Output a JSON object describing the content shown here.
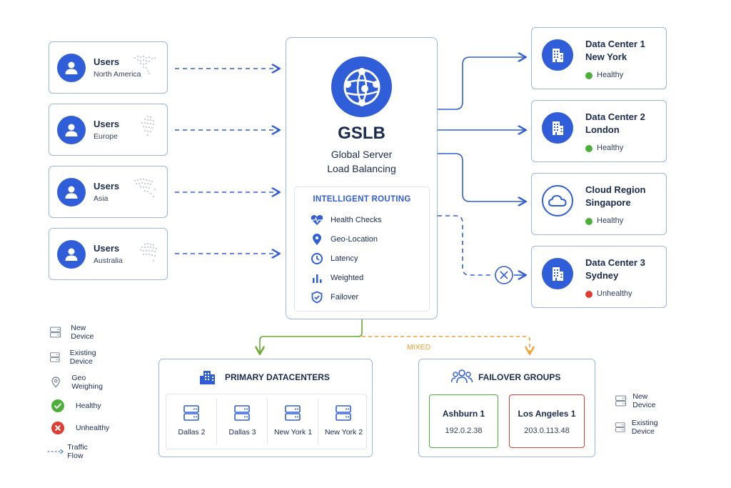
{
  "users": [
    {
      "title": "Users",
      "region": "North America"
    },
    {
      "title": "Users",
      "region": "Europe"
    },
    {
      "title": "Users",
      "region": "Asia"
    },
    {
      "title": "Users",
      "region": "Australia"
    }
  ],
  "gslb": {
    "title": "GSLB",
    "subtitle_line1": "Global Server",
    "subtitle_line2": "Load Balancing",
    "routing_title": "INTELLIGENT ROUTING",
    "routing_items": [
      "Health Checks",
      "Geo-Location",
      "Latency",
      "Weighted",
      "Failover"
    ]
  },
  "datacenters": [
    {
      "line1": "Data Center 1",
      "line2": "New York",
      "status": "Healthy"
    },
    {
      "line1": "Data Center 2",
      "line2": "London",
      "status": "Healthy"
    },
    {
      "line1": "Cloud Region",
      "line2": "Singapore",
      "status": "Healthy"
    },
    {
      "line1": "Data Center 3",
      "line2": "Sydney",
      "status": "Unhealthy"
    }
  ],
  "mixed_label": "MIXED",
  "primary": {
    "title": "PRIMARY DATACENTERS",
    "servers": [
      "Dallas 2",
      "Dallas 3",
      "New York 1",
      "New York 2"
    ]
  },
  "failover": {
    "title": "FAILOVER GROUPS",
    "groups": [
      {
        "name": "Ashburn 1",
        "ip": "192.0.2.38"
      },
      {
        "name": "Los Angeles 1",
        "ip": "203.0.113.48"
      }
    ]
  },
  "legend_left": [
    "New Device",
    "Existing Device",
    "Geo Weighing",
    "Healthy",
    "Unhealthy",
    "Traffic Flow"
  ],
  "legend_right": [
    "New Device",
    "Existing Device"
  ],
  "colors": {
    "accent": "#2f5ed8",
    "healthy": "#4caf3a",
    "unhealthy": "#e03c31",
    "mixed": "#f0a030",
    "green_line": "#6aa832"
  }
}
